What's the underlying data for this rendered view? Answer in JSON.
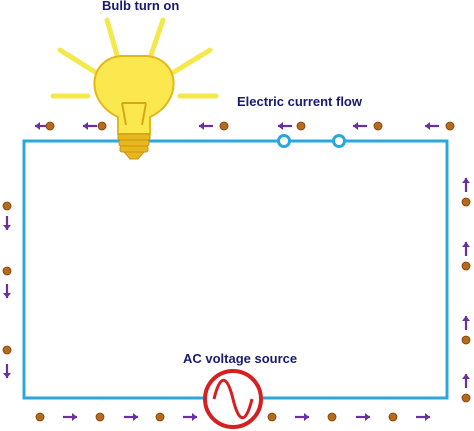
{
  "labels": {
    "bulb_state": "Bulb turn on",
    "current_flow": "Electric current flow",
    "source": "AC voltage source"
  },
  "colors": {
    "wire": "#2aa8dc",
    "label_text": "#1a1a6e",
    "arrow": "#6a2fa0",
    "electron": "#b86a1c",
    "bulb_glass": "#fbe74e",
    "bulb_rays": "#f4e84a",
    "bulb_base": "#e8b71e",
    "source_ring": "#d42020"
  },
  "icons": {
    "bulb": "light-bulb-icon",
    "source": "ac-sine-wave-icon",
    "switch": "open-switch-icon"
  },
  "current_direction": "counter-clockwise",
  "bulb_state": "on"
}
